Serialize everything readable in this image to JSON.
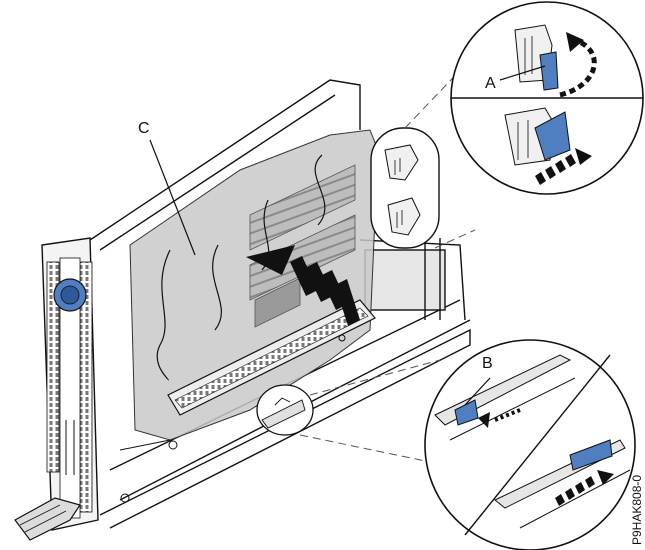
{
  "figure": {
    "id": "P9HAK808-0",
    "callouts": {
      "a": "A",
      "b": "B",
      "c": "C"
    }
  },
  "colors": {
    "latch_blue": "#4f7fc1",
    "latch_blue_dark": "#2f5a9a",
    "shroud_gray": "#c9c9c9",
    "line": "#111111"
  },
  "icons": [
    "blue-latch-icon",
    "push-arrow-icon",
    "rotate-arrow-icon",
    "thumbscrew-icon"
  ]
}
